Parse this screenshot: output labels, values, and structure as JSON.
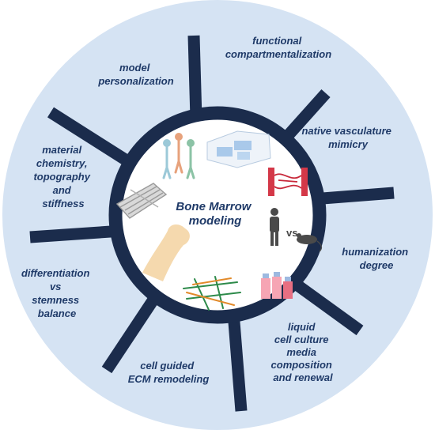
{
  "diagram": {
    "center_title": [
      "Bone Marrow",
      "modeling"
    ],
    "vs_text": "vs",
    "segments": [
      {
        "id": "functional-compartmentalization",
        "lines": [
          "functional",
          "compartmentalization"
        ]
      },
      {
        "id": "native-vasculature-mimicry",
        "lines": [
          "native vasculature",
          "mimicry"
        ]
      },
      {
        "id": "humanization-degree",
        "lines": [
          "humanization",
          "degree"
        ]
      },
      {
        "id": "liquid-cell-culture-media",
        "lines": [
          "liquid",
          "cell culture",
          "media",
          "composition",
          "and renewal"
        ]
      },
      {
        "id": "cell-guided-ecm-remodeling",
        "lines": [
          "cell guided",
          "ECM remodeling"
        ]
      },
      {
        "id": "differentiation-vs-stemness",
        "lines": [
          "differentiation",
          "vs",
          "stemness",
          "balance"
        ]
      },
      {
        "id": "material-chemistry",
        "lines": [
          "material",
          "chemistry,",
          "topography",
          "and",
          "stiffness"
        ]
      },
      {
        "id": "model-personalization",
        "lines": [
          "model",
          "personalization"
        ]
      }
    ],
    "colors": {
      "segment_fill": "#d5e3f3",
      "divider": "#1b2c4c",
      "text": "#1f3a68",
      "ring": "#1b2c4c"
    }
  }
}
